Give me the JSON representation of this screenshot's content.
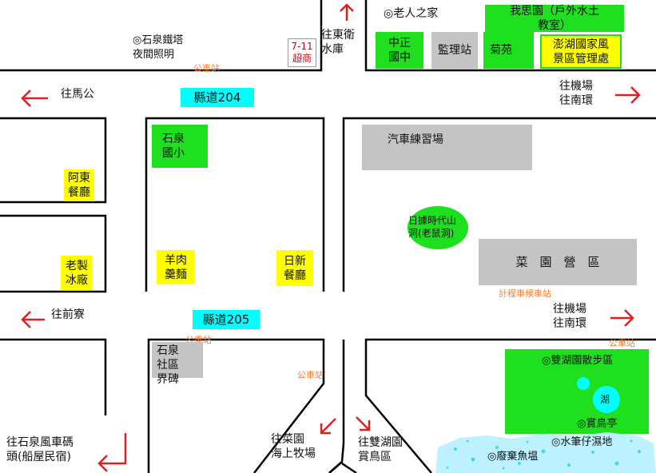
{
  "labels": {
    "shiquan_tower": "◎石泉鐵塔\n夜間照明",
    "to_dongwei_reservoir": "往東衛\n水庫",
    "elder_home": "◎老人之家",
    "woyuan": "我思園（戶外水土\n教室）",
    "zhongzheng_jh": "中正\n國中",
    "jianli": "監理站",
    "juyuan": "菊苑",
    "penghu_nsa": "澎湖國家風\n景區管理處",
    "seven_eleven": "7-11\n超商",
    "to_magong": "往馬公",
    "county_road_204": "縣道204",
    "to_airport_nanhuan_1": "往機場\n往南環",
    "shiquan_es": "石泉\n國小",
    "driving_range": "汽車練習場",
    "adong_restaurant": "阿東\n餐廳",
    "japanese_cave": "日據時代山\n洞(老鼠洞)",
    "laozhi_ice": "老製\n冰廠",
    "mutton_noodle": "羊肉\n羹麵",
    "rixin_restaurant": "日新\n餐廳",
    "caiyuan_camp": "菜　園　營　區",
    "to_qianliao": "往前寮",
    "county_road_205": "縣道205",
    "to_airport_nanhuan_2": "往機場\n往南環",
    "shiquan_monument": "石泉\n社區\n界碑",
    "shuanghu_walk": "◎雙湖園散步區",
    "lake": "湖",
    "bird_pavilion": "◎賞鳥亭",
    "wetland": "◎水筆仔濕地",
    "fish_pond": "◎廢棄魚塭",
    "to_shiquan_windmill": "往石泉風車碼\n頭(船屋民宿)",
    "to_caiyuan_ranch": "往菜園\n海上牧場",
    "to_shuanghu_bird": "往雙湖園\n賞鳥區",
    "bus_stop": "公車站",
    "taxi_stop": "計程車候車站"
  },
  "colors": {
    "road_line": "#000000",
    "arrow": "#e02020",
    "green": "#1ee01e",
    "yellow": "#ffff00",
    "gray": "#c4c4c4",
    "cyan": "#00ffff",
    "bus": "#ff7a2a"
  }
}
